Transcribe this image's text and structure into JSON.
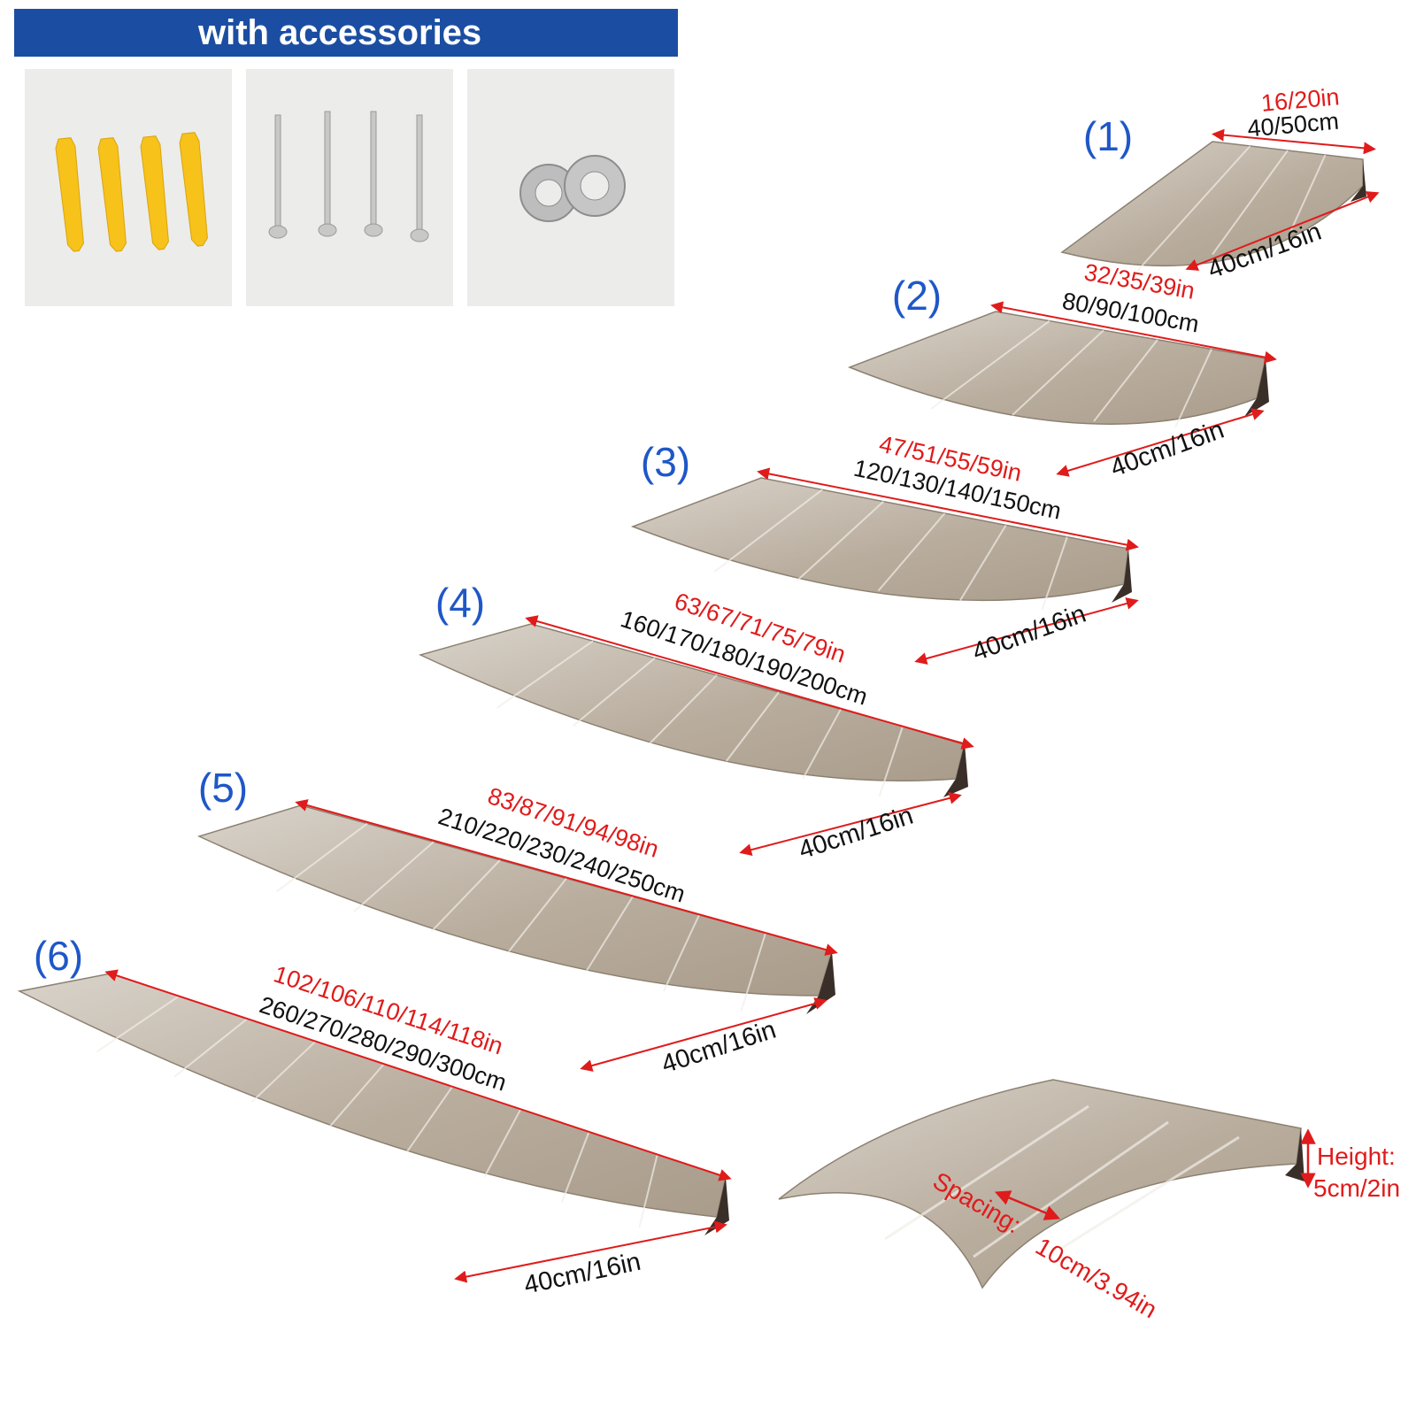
{
  "header": {
    "title": "with accessories"
  },
  "accessories": [
    {
      "icon": "wall-anchor-icon",
      "color": "#f7c21a"
    },
    {
      "icon": "screw-icon",
      "color": "#bcbcbc"
    },
    {
      "icon": "washer-icon",
      "color": "#b5b5b5"
    }
  ],
  "colors": {
    "banner": "#1b4ea2",
    "label_number": "#1f57c8",
    "dimension_red": "#e01b1b",
    "dimension_black": "#111111",
    "panel": "#c2b6a6"
  },
  "awnings": [
    {
      "number": "(1)",
      "length_in": "16/20in",
      "length_cm": "40/50cm",
      "depth": "40cm/16in"
    },
    {
      "number": "(2)",
      "length_in": "32/35/39in",
      "length_cm": "80/90/100cm",
      "depth": "40cm/16in"
    },
    {
      "number": "(3)",
      "length_in": "47/51/55/59in",
      "length_cm": "120/130/140/150cm",
      "depth": "40cm/16in"
    },
    {
      "number": "(4)",
      "length_in": "63/67/71/75/79in",
      "length_cm": "160/170/180/190/200cm",
      "depth": "40cm/16in"
    },
    {
      "number": "(5)",
      "length_in": "83/87/91/94/98in",
      "length_cm": "210/220/230/240/250cm",
      "depth": "40cm/16in"
    },
    {
      "number": "(6)",
      "length_in": "102/106/110/114/118in",
      "length_cm": "260/270/280/290/300cm",
      "depth": "40cm/16in"
    }
  ],
  "detail": {
    "height_label": "Height:",
    "height_value": "5cm/2in",
    "spacing_label": "Spacing:",
    "spacing_value": "10cm/3.94in"
  }
}
